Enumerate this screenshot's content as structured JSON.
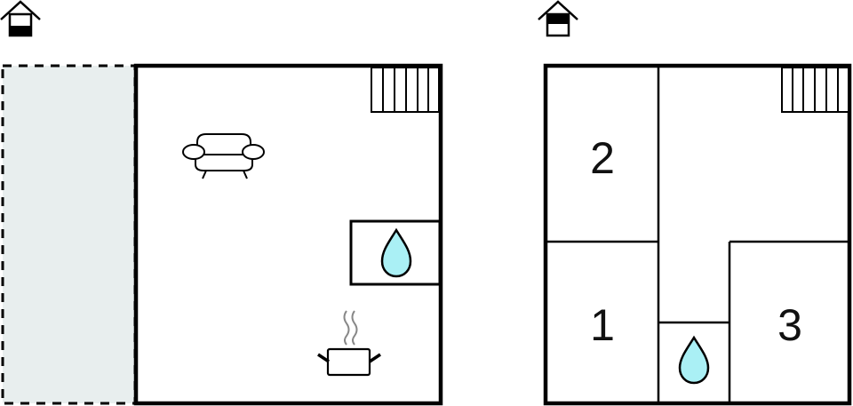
{
  "floorplans": [
    {
      "id": "ground-floor",
      "level_icon": "house-ground-floor-icon",
      "has_terrace": true,
      "features": [
        "stairs",
        "sofa",
        "sink",
        "cooking-pot"
      ],
      "rooms": []
    },
    {
      "id": "upper-floor",
      "level_icon": "house-upper-floor-icon",
      "has_terrace": false,
      "features": [
        "stairs",
        "sink"
      ],
      "rooms": [
        {
          "label": "2"
        },
        {
          "label": "1"
        },
        {
          "label": "3"
        }
      ]
    }
  ],
  "colors": {
    "wall": "#000000",
    "terrace_fill": "#e8eeee",
    "water": "#aaf0f5",
    "steam": "#888888",
    "background": "#ffffff"
  }
}
